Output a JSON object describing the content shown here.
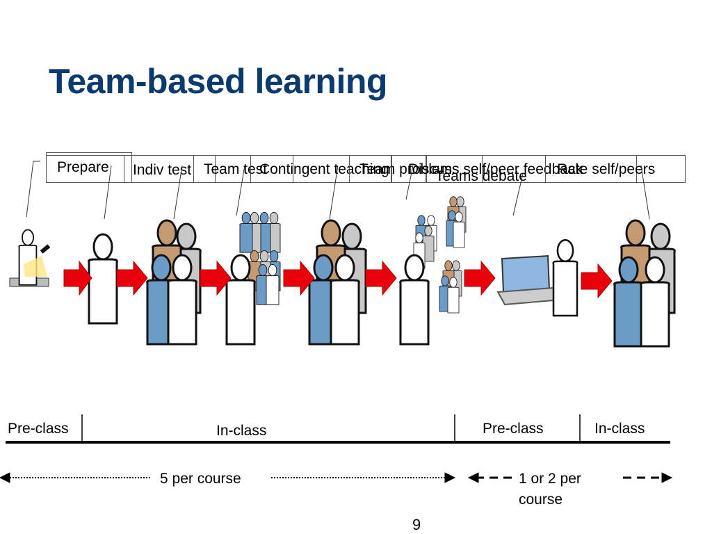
{
  "slide": {
    "title": "Team-based learning",
    "page_number": "9"
  },
  "steps": [
    {
      "label": "Prepare"
    },
    {
      "label": "Indiv test"
    },
    {
      "label": "Team test"
    },
    {
      "label": "Contingent teaching"
    },
    {
      "label": "Team problems"
    },
    {
      "label": "Teams debate"
    },
    {
      "label": "Discuss self/peer feedback"
    },
    {
      "label": "Rate self/peers"
    }
  ],
  "phases": {
    "pre_class_1": "Pre-class",
    "in_class_1": "In-class",
    "pre_class_2": "Pre-class",
    "in_class_2": "In-class"
  },
  "frequency": {
    "left": "5 per course",
    "right_line1": "1 or 2 per",
    "right_line2": "course"
  },
  "colors": {
    "title": "#0b3a6e",
    "arrow": "#e8000b",
    "figure_blue": "#6b9bc6",
    "figure_tan": "#c49a72",
    "figure_gray": "#c8c8c8"
  }
}
